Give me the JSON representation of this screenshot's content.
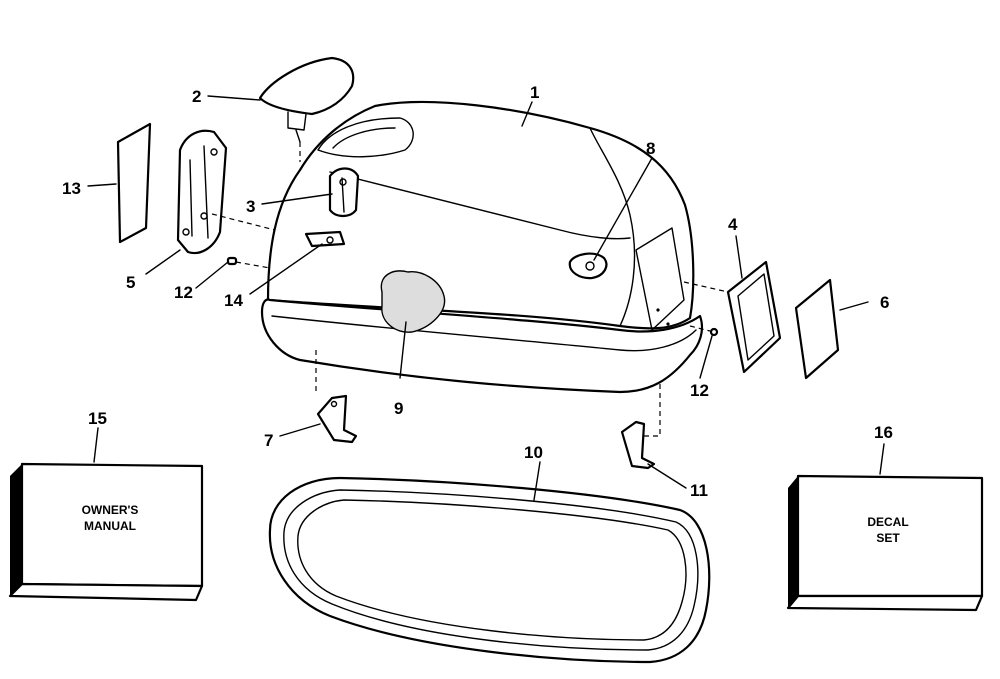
{
  "callouts": {
    "c1": "1",
    "c2": "2",
    "c3": "3",
    "c4": "4",
    "c5": "5",
    "c6": "6",
    "c7": "7",
    "c8": "8",
    "c9": "9",
    "c10": "10",
    "c11": "11",
    "c12a": "12",
    "c12b": "12",
    "c13": "13",
    "c14": "14",
    "c15": "15",
    "c16": "16"
  },
  "boxes": {
    "manual_line1": "OWNER'S",
    "manual_line2": "MANUAL",
    "decal_line1": "DECAL",
    "decal_line2": "SET"
  }
}
